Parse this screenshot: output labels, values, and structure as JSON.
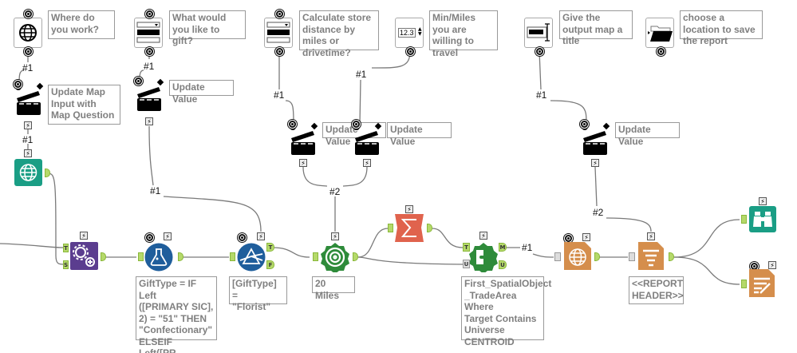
{
  "questions": [
    {
      "annotation": "Where do you work?",
      "icon": "map-globe-icon"
    },
    {
      "annotation": "What would you like to gift?",
      "icon": "dropdown-icon"
    },
    {
      "annotation": "Calculate store distance by miles or drivetime?",
      "icon": "dropdown-icon"
    },
    {
      "annotation": "Min/Miles you are willing to travel",
      "icon": "numeric-updown-icon",
      "numeric_value": "12.3"
    },
    {
      "annotation": "Give the output map a title",
      "icon": "text-box-icon"
    },
    {
      "annotation": "choose a location to save the report",
      "icon": "folder-browse-icon"
    }
  ],
  "actions": [
    {
      "annotation": "Update Map Input with Map Question"
    },
    {
      "annotation": "Update Value"
    },
    {
      "annotation": "Update Value"
    },
    {
      "annotation": "Update Value"
    },
    {
      "annotation": "Update Value"
    }
  ],
  "connection_labels": {
    "map_q": "#1",
    "map_action": "#1",
    "gift_q": "#1",
    "gift_action": "#1",
    "dist_q": "#1",
    "num_q": "#1",
    "actions_merge": "#2",
    "title_q": "#1",
    "title_action": "#2",
    "spatial_m": "#1"
  },
  "tools": {
    "formula": {
      "annotation": "GiftType = IF Left\n([PRIMARY SIC],\n2) = \"51\" THEN\n\"Confectionary\"\nELSEIF Left([PR..."
    },
    "filter": {
      "annotation": "[GiftType] =\n\"Florist\"",
      "true_anchor": "T",
      "false_anchor": "F"
    },
    "trade_area": {
      "annotation": "20 Miles"
    },
    "append": {
      "target_anchor": "T",
      "source_anchor": "S"
    },
    "spatial_match": {
      "annotation": "First_SpatialObject\n_TradeArea Where\nTarget Contains\nUniverse\nCENTROID",
      "target_anchor": "T",
      "universe_anchor": "U",
      "matched_anchor": "M",
      "unmatched_anchor": "U"
    },
    "layout": {
      "annotation": "<<REPORT\nHEADER>>"
    }
  },
  "bolt_glyph": "⚡",
  "colors": {
    "interface": "#000000",
    "map_input": "#1a9e85",
    "spatial": "#2e8b3a",
    "preparation": "#1f5e9c",
    "join": "#5b3d8f",
    "transform": "#e0634d",
    "reporting": "#d58e4c",
    "browse": "#1a9e85",
    "anchor": "#b5d96a",
    "annotation_text": "#7f7f7f"
  }
}
